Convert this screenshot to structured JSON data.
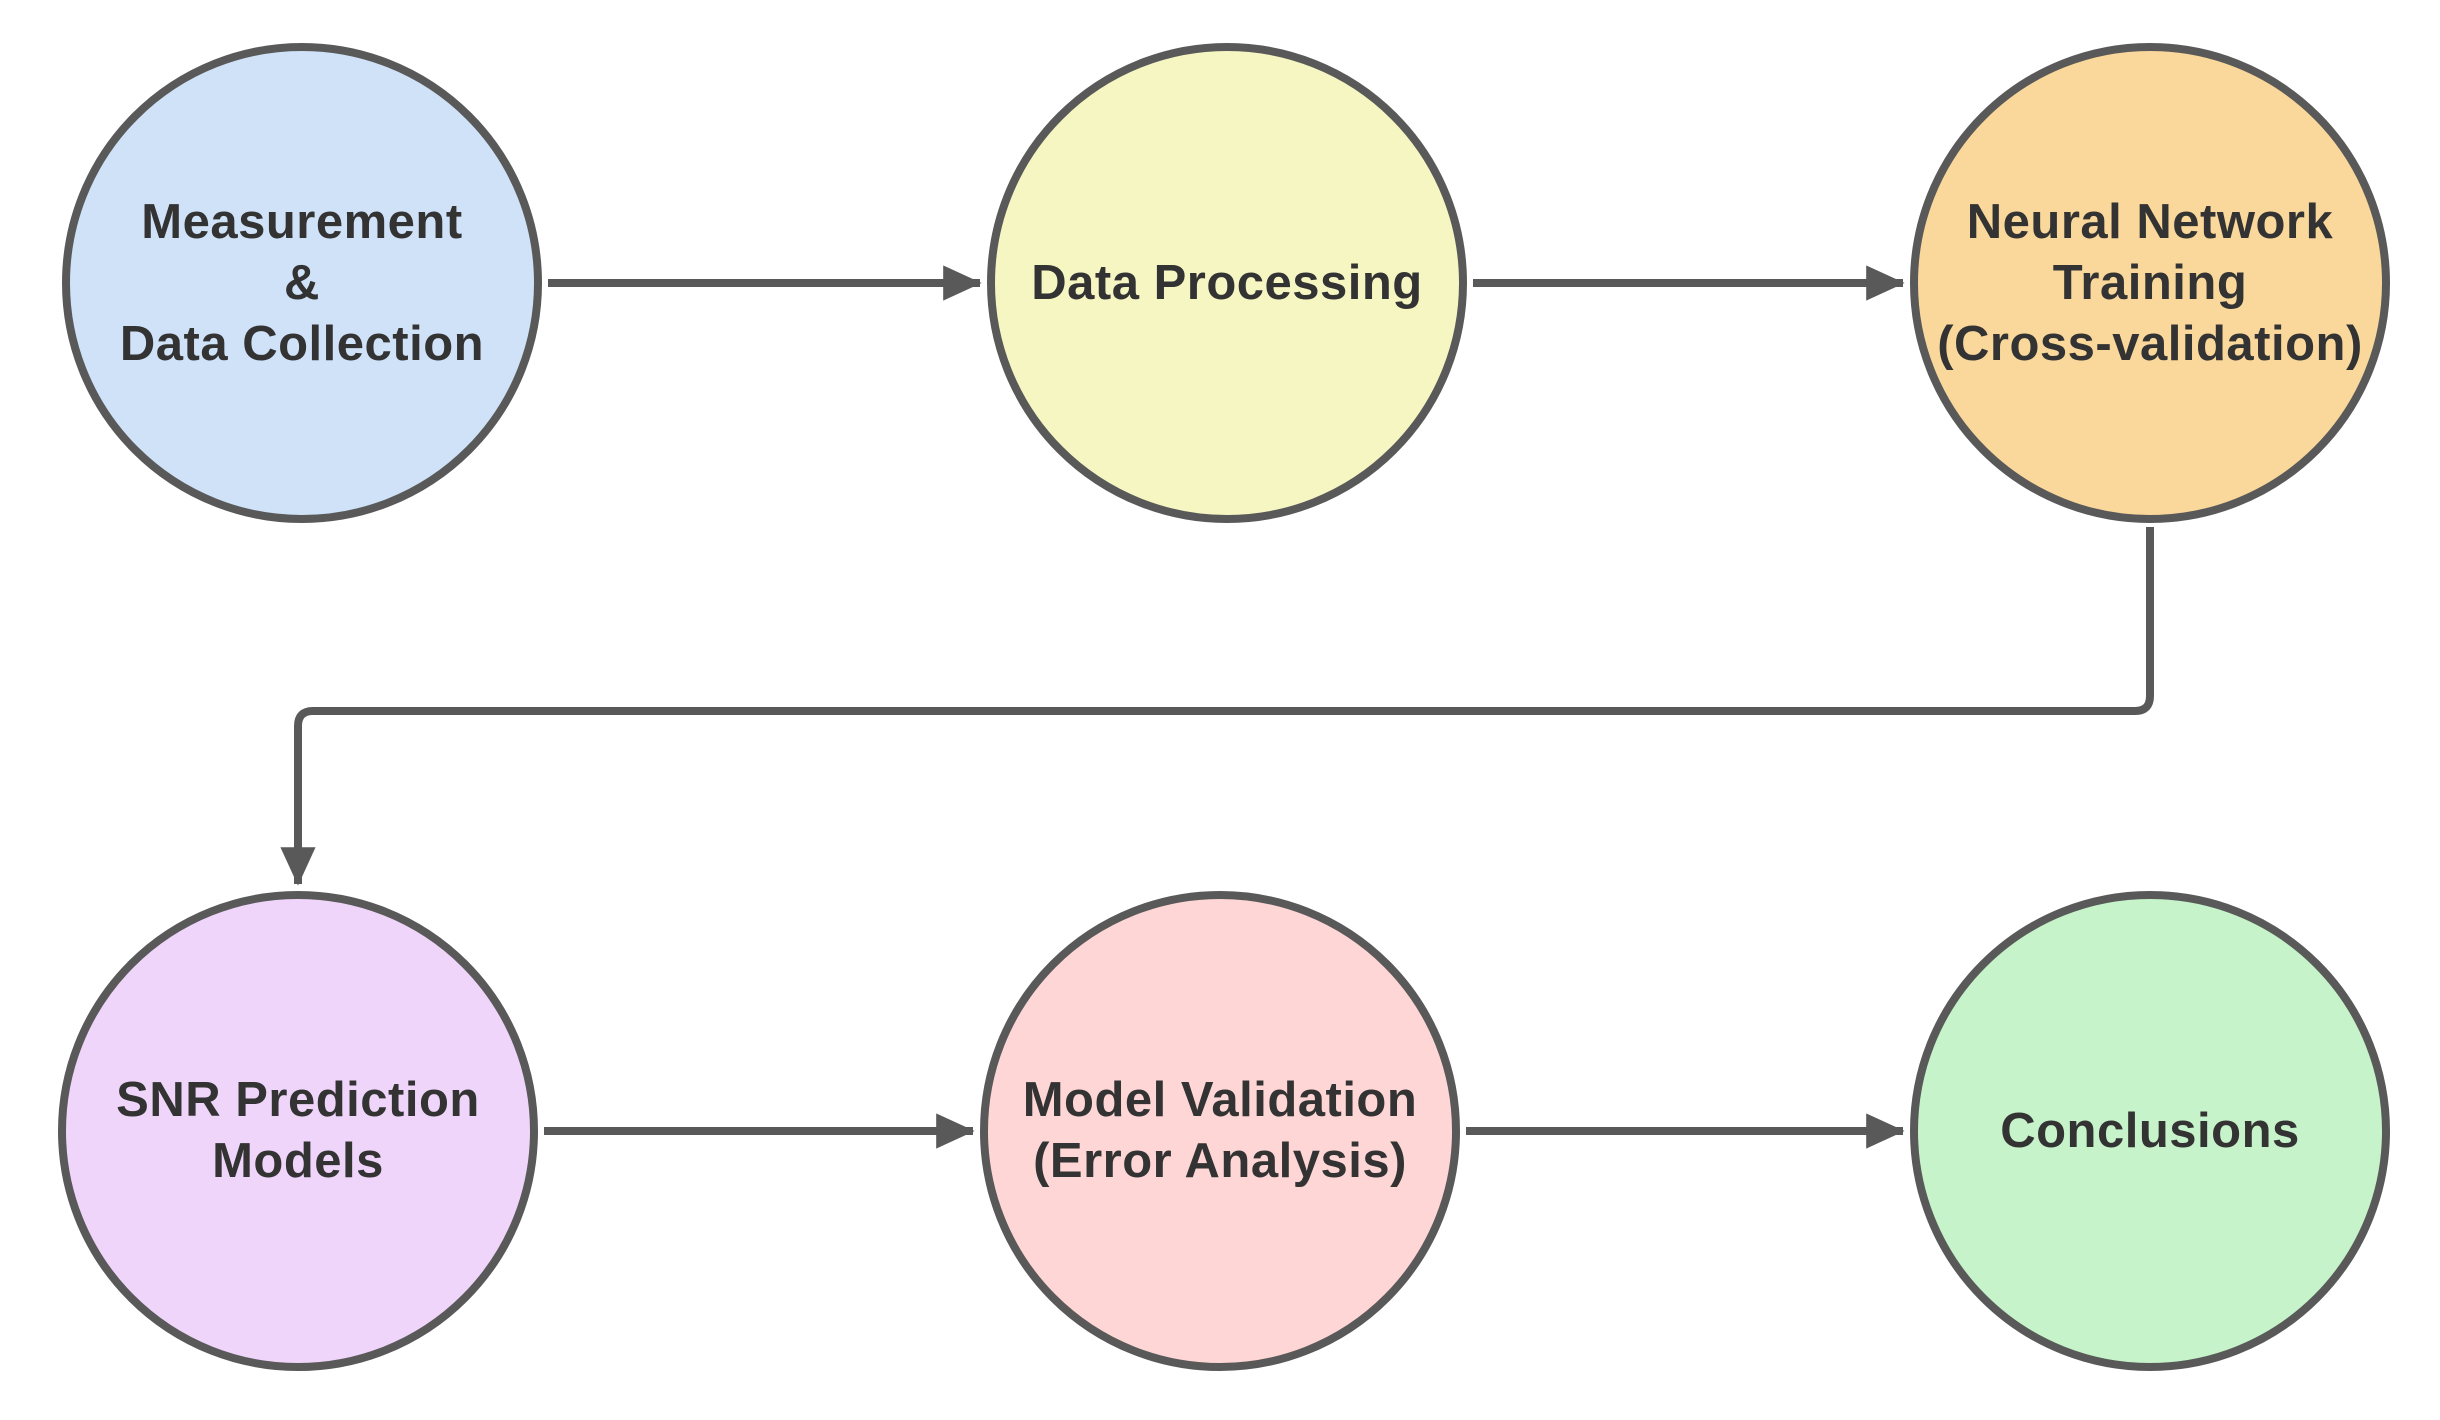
{
  "diagram": {
    "type": "flowchart",
    "background_color": "#ffffff",
    "stroke_color": "#595959",
    "text_color": "#333333",
    "nodes": [
      {
        "id": "measurement-data-collection",
        "label": "Measurement\n&\nData Collection",
        "fill": "#cfe2f8",
        "shape": "circle",
        "row": 1,
        "col": 1
      },
      {
        "id": "data-processing",
        "label": "Data Processing",
        "fill": "#f6f6c3",
        "shape": "circle",
        "row": 1,
        "col": 2
      },
      {
        "id": "neural-network-training",
        "label": "Neural Network\nTraining\n(Cross-validation)",
        "fill": "#fad89b",
        "shape": "circle",
        "row": 1,
        "col": 3
      },
      {
        "id": "snr-prediction-models",
        "label": "SNR Prediction\nModels",
        "fill": "#f0d5fa",
        "shape": "circle",
        "row": 2,
        "col": 1
      },
      {
        "id": "model-validation",
        "label": "Model Validation\n(Error Analysis)",
        "fill": "#ffd6d6",
        "shape": "circle",
        "row": 2,
        "col": 2
      },
      {
        "id": "conclusions",
        "label": "Conclusions",
        "fill": "#c6f3ca",
        "shape": "circle",
        "row": 2,
        "col": 3
      }
    ],
    "edges": [
      {
        "from": "measurement-data-collection",
        "to": "data-processing",
        "style": "straight-arrow"
      },
      {
        "from": "data-processing",
        "to": "neural-network-training",
        "style": "straight-arrow"
      },
      {
        "from": "neural-network-training",
        "to": "snr-prediction-models",
        "style": "elbow-arrow"
      },
      {
        "from": "snr-prediction-models",
        "to": "model-validation",
        "style": "straight-arrow"
      },
      {
        "from": "model-validation",
        "to": "conclusions",
        "style": "straight-arrow"
      }
    ]
  }
}
